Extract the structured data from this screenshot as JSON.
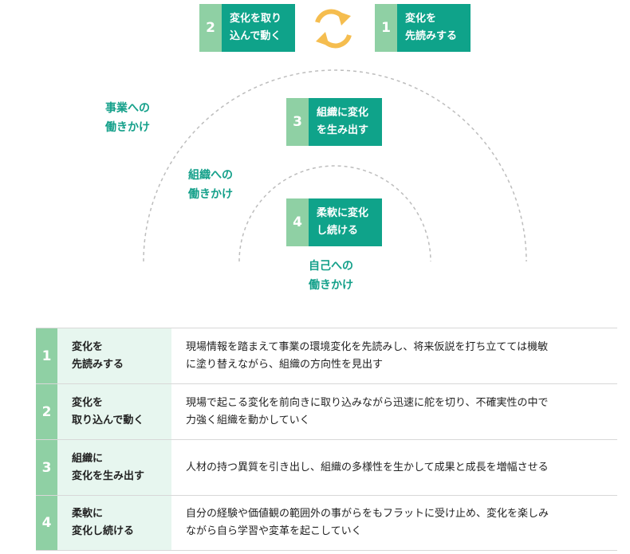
{
  "diagram": {
    "box_2": {
      "num": "2",
      "line1": "変化を取り",
      "line2": "込んで動く"
    },
    "box_1": {
      "num": "1",
      "line1": "変化を",
      "line2": "先読みする"
    },
    "box_3": {
      "num": "3",
      "line1": "組織に変化",
      "line2": "を生み出す"
    },
    "box_4": {
      "num": "4",
      "line1": "柔軟に変化",
      "line2": "し続ける"
    },
    "label_business": {
      "line1": "事業への",
      "line2": "働きかけ"
    },
    "label_organization": {
      "line1": "組織への",
      "line2": "働きかけ"
    },
    "label_self": {
      "line1": "自己への",
      "line2": "働きかけ"
    },
    "colors": {
      "teal": "#0fa38a",
      "light_green": "#8fd0a4",
      "pale_green": "#e7f6ef",
      "cycle_orange": "#f5bd4f",
      "arc_gray": "#bdbdbd"
    }
  },
  "table": {
    "rows": [
      {
        "num": "1",
        "title1": "変化を",
        "title2": "先読みする",
        "desc1": "現場情報を踏まえて事業の環境変化を先読みし、将来仮説を打ち立てては機敏",
        "desc2": "に塗り替えながら、組織の方向性を見出す"
      },
      {
        "num": "2",
        "title1": "変化を",
        "title2": "取り込んで動く",
        "desc1": "現場で起こる変化を前向きに取り込みながら迅速に舵を切り、不確実性の中で",
        "desc2": "力強く組織を動かしていく"
      },
      {
        "num": "3",
        "title1": "組織に",
        "title2": "変化を生み出す",
        "desc1": "人材の持つ異質を引き出し、組織の多様性を生かして成果と成長を増幅させる",
        "desc2": ""
      },
      {
        "num": "4",
        "title1": "柔軟に",
        "title2": "変化し続ける",
        "desc1": "自分の経験や価値観の範囲外の事がらをもフラットに受け止め、変化を楽しみ",
        "desc2": "ながら自ら学習や変革を起こしていく"
      }
    ]
  }
}
